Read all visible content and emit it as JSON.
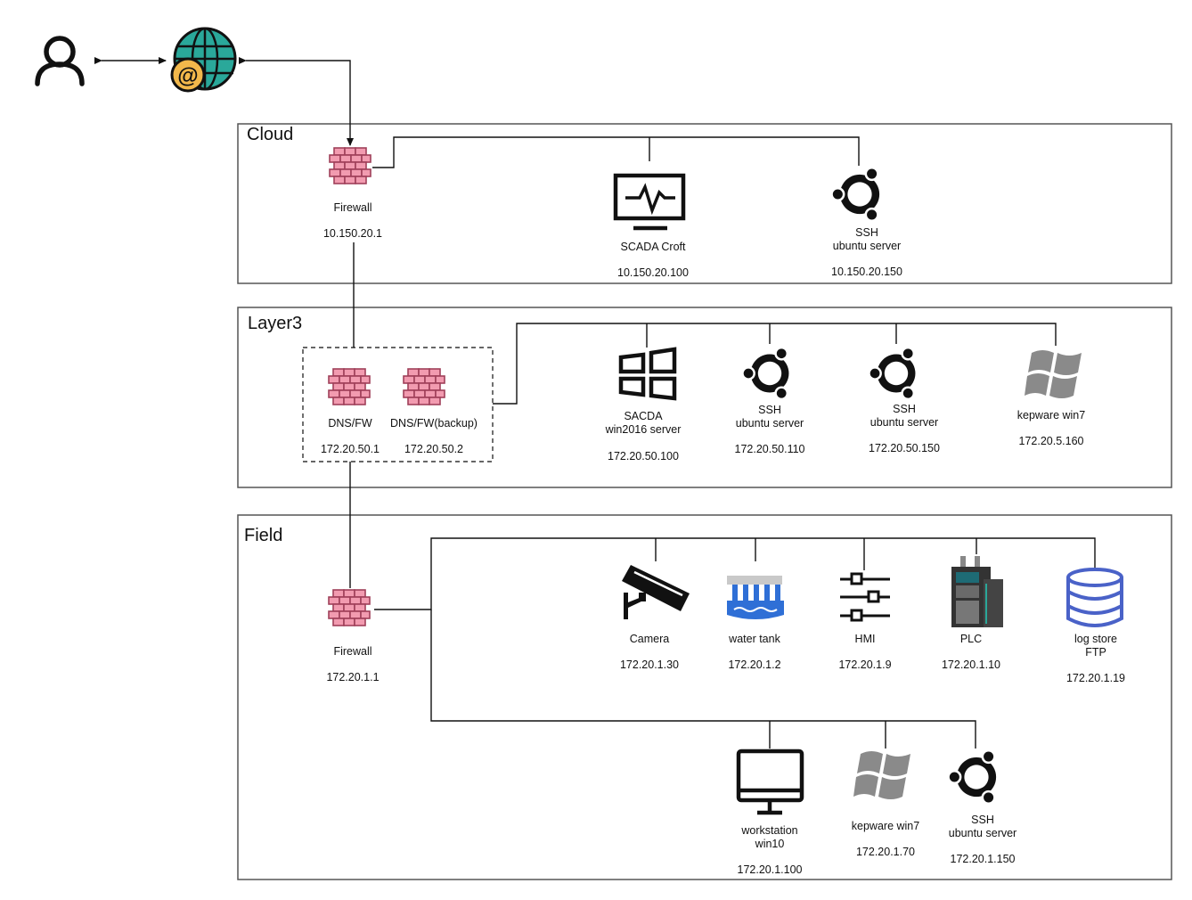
{
  "zones": {
    "cloud": {
      "title": "Cloud"
    },
    "layer3": {
      "title": "Layer3"
    },
    "field": {
      "title": "Field"
    }
  },
  "nodes": {
    "cloud_firewall": {
      "label": "Firewall",
      "ip": "10.150.20.1",
      "icon": "firewall-icon"
    },
    "scada_croft": {
      "label": "SCADA Croft",
      "ip": "10.150.20.100",
      "icon": "monitor-icon"
    },
    "cloud_ssh": {
      "label": "SSH\nubuntu server",
      "ip": "10.150.20.150",
      "icon": "ubuntu-icon"
    },
    "dns_fw": {
      "label": "DNS/FW",
      "ip": "172.20.50.1",
      "icon": "firewall-icon"
    },
    "dns_fw_backup": {
      "label": "DNS/FW(backup)",
      "ip": "172.20.50.2",
      "icon": "firewall-icon"
    },
    "sacda": {
      "label": "SACDA\nwin2016 server",
      "ip": "172.20.50.100",
      "icon": "windows-icon"
    },
    "l3_ssh1": {
      "label": "SSH\nubuntu server",
      "ip": "172.20.50.110",
      "icon": "ubuntu-icon"
    },
    "l3_ssh2": {
      "label": "SSH\nubuntu server",
      "ip": "172.20.50.150",
      "icon": "ubuntu-icon"
    },
    "l3_kepware": {
      "label": "kepware win7",
      "ip": "172.20.5.160",
      "icon": "windows7-icon"
    },
    "field_firewall": {
      "label": "Firewall",
      "ip": "172.20.1.1",
      "icon": "firewall-icon"
    },
    "camera": {
      "label": "Camera",
      "ip": "172.20.1.30",
      "icon": "camera-icon"
    },
    "water_tank": {
      "label": "water tank",
      "ip": "172.20.1.2",
      "icon": "water-tank-icon"
    },
    "hmi": {
      "label": "HMI",
      "ip": "172.20.1.9",
      "icon": "sliders-icon"
    },
    "plc": {
      "label": "PLC",
      "ip": "172.20.1.10",
      "icon": "plc-icon"
    },
    "log_store": {
      "label": "log store\nFTP",
      "ip": "172.20.1.19",
      "icon": "database-icon"
    },
    "workstation": {
      "label": "workstation\nwin10",
      "ip": "172.20.1.100",
      "icon": "desktop-icon"
    },
    "field_kepware": {
      "label": "kepware win7",
      "ip": "172.20.1.70",
      "icon": "windows7-icon"
    },
    "field_ssh": {
      "label": "SSH\nubuntu server",
      "ip": "172.20.1.150",
      "icon": "ubuntu-icon"
    }
  },
  "colors": {
    "firewall_fill": "#f29bb0",
    "firewall_stroke": "#a0405a",
    "globe_fill": "#2aa89a",
    "at_fill": "#f2b84b",
    "database_stroke": "#4a62c8",
    "water_blue": "#2f6fd6",
    "windows7_gray": "#8a8a8a"
  }
}
